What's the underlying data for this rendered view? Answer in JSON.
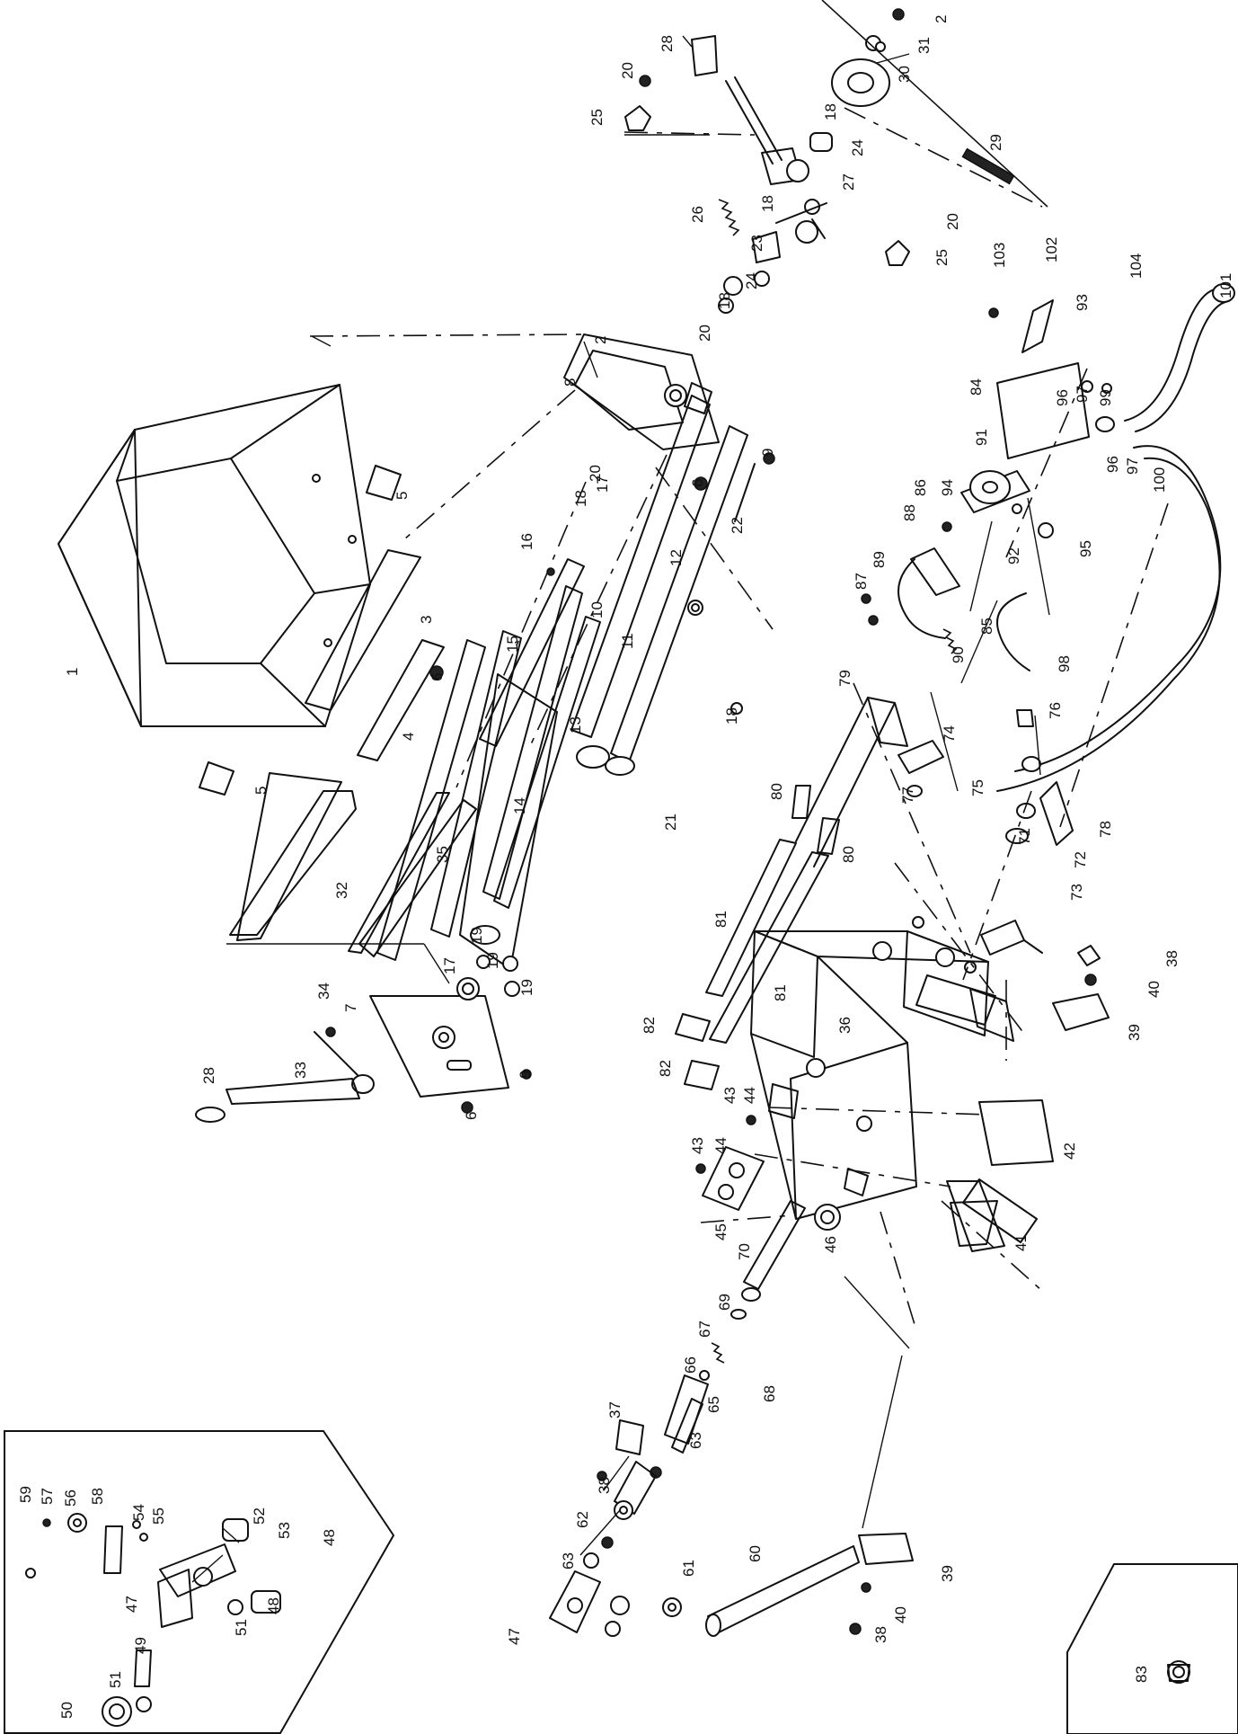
{
  "colors": {
    "line": "#111111",
    "background": "#ffffff"
  },
  "callouts": [
    "1",
    "2",
    "2",
    "3",
    "4",
    "5",
    "5",
    "6",
    "6",
    "6",
    "7",
    "8",
    "9",
    "9",
    "10",
    "11",
    "12",
    "13",
    "14",
    "15",
    "16",
    "17",
    "17",
    "18",
    "18",
    "18",
    "18",
    "18",
    "19",
    "19",
    "19",
    "20",
    "20",
    "20",
    "20",
    "21",
    "22",
    "23",
    "24",
    "24",
    "25",
    "25",
    "26",
    "27",
    "28",
    "28",
    "29",
    "30",
    "31",
    "32",
    "33",
    "34",
    "35",
    "36",
    "37",
    "38",
    "38",
    "38",
    "39",
    "39",
    "40",
    "40",
    "41",
    "42",
    "43",
    "43",
    "44",
    "44",
    "45",
    "46",
    "47",
    "47",
    "48",
    "48",
    "49",
    "50",
    "51",
    "51",
    "52",
    "53",
    "54",
    "55",
    "56",
    "57",
    "58",
    "59",
    "60",
    "61",
    "62",
    "63",
    "63",
    "65",
    "66",
    "67",
    "68",
    "69",
    "70",
    "71",
    "72",
    "73",
    "74",
    "75",
    "76",
    "77",
    "78",
    "79",
    "80",
    "80",
    "81",
    "81",
    "82",
    "82",
    "83",
    "84",
    "85",
    "86",
    "87",
    "88",
    "89",
    "90",
    "91",
    "92",
    "93",
    "94",
    "95",
    "96",
    "96",
    "97",
    "97",
    "98",
    "99",
    "100",
    "101",
    "102",
    "103",
    "104"
  ]
}
